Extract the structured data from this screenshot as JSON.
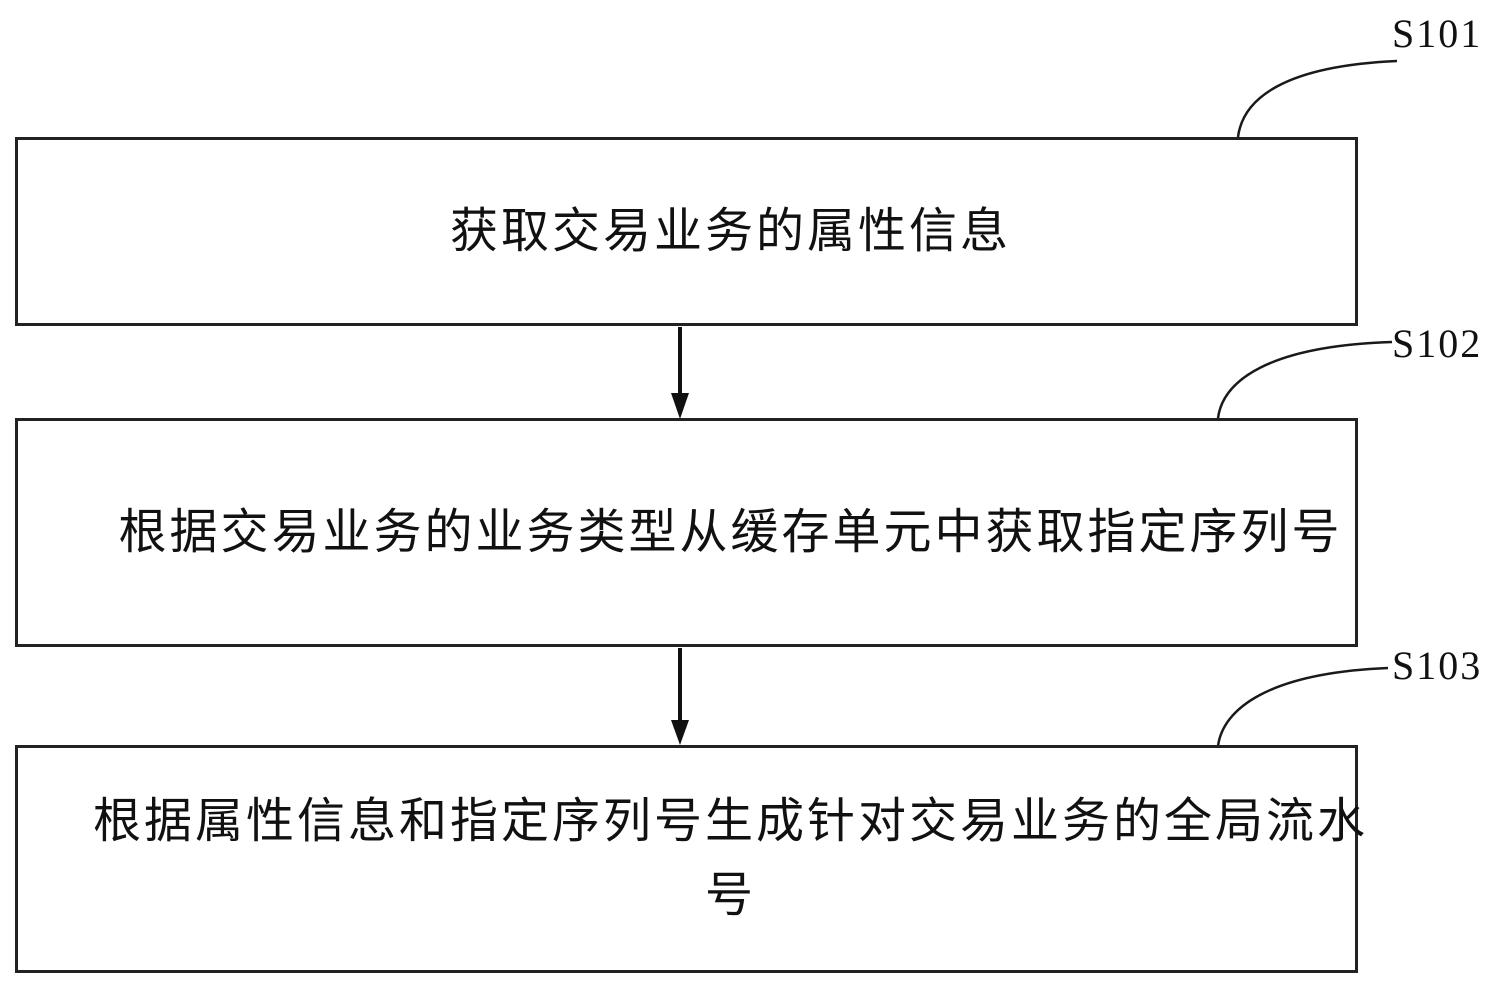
{
  "diagram": {
    "type": "flowchart",
    "colors": {
      "background": "#ffffff",
      "line": "#1a1a1a",
      "text": "#111111"
    }
  },
  "steps": [
    {
      "label": "S101",
      "lines": [
        "获取交易业务的属性信息"
      ]
    },
    {
      "label": "S102",
      "lines": [
        "根据交易业务的业务类型从缓存单元中获取指定序列号"
      ]
    },
    {
      "label": "S103",
      "lines": [
        "根据属性信息和指定序列号生成针对交易业务的全局流水",
        "号"
      ]
    }
  ]
}
